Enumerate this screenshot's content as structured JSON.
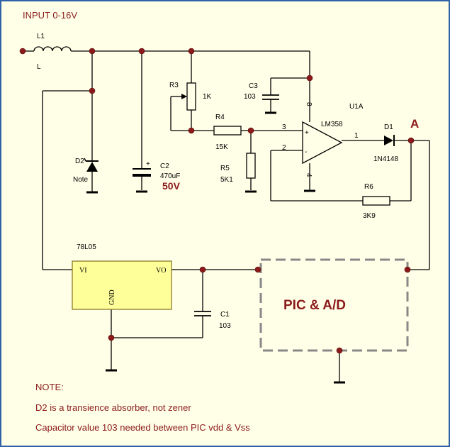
{
  "title": "INPUT 0-16V",
  "components": {
    "L1": {
      "ref": "L1",
      "value": "L"
    },
    "D2": {
      "ref": "D2",
      "value": "Note"
    },
    "C2": {
      "ref": "C2",
      "value": "470uF",
      "voltage": "50V",
      "polarity": "+"
    },
    "R3": {
      "ref": "R3",
      "value": "1K"
    },
    "R4": {
      "ref": "R4",
      "value": "15K"
    },
    "R5": {
      "ref": "R5",
      "value": "5K1"
    },
    "C3": {
      "ref": "C3",
      "value": "103"
    },
    "U1A": {
      "ref": "U1A",
      "value": "LM358",
      "pin_plus": "+",
      "pin_minus": "-",
      "pin3": "3",
      "pin2": "2",
      "pin1": "1",
      "pin8": "8",
      "pin4": "4"
    },
    "D1": {
      "ref": "D1",
      "value": "1N4148"
    },
    "R6": {
      "ref": "R6",
      "value": "3K9"
    },
    "REG": {
      "ref": "78L05",
      "vi": "VI",
      "vo": "VO",
      "gnd": "GND"
    },
    "C1": {
      "ref": "C1",
      "value": "103"
    },
    "PIC": {
      "label": "PIC  & A/D"
    }
  },
  "node_a": "A",
  "notes": {
    "heading": "NOTE:",
    "line1": "D2 is a transience absorber, not zener",
    "line2": "Capacitor value 103 needed between PIC vdd & Vss"
  },
  "colors": {
    "text_red": "#8b1a1a",
    "regulator_fill": "#ffff99",
    "background": "#ffffe8",
    "frame": "#2f62a8"
  }
}
